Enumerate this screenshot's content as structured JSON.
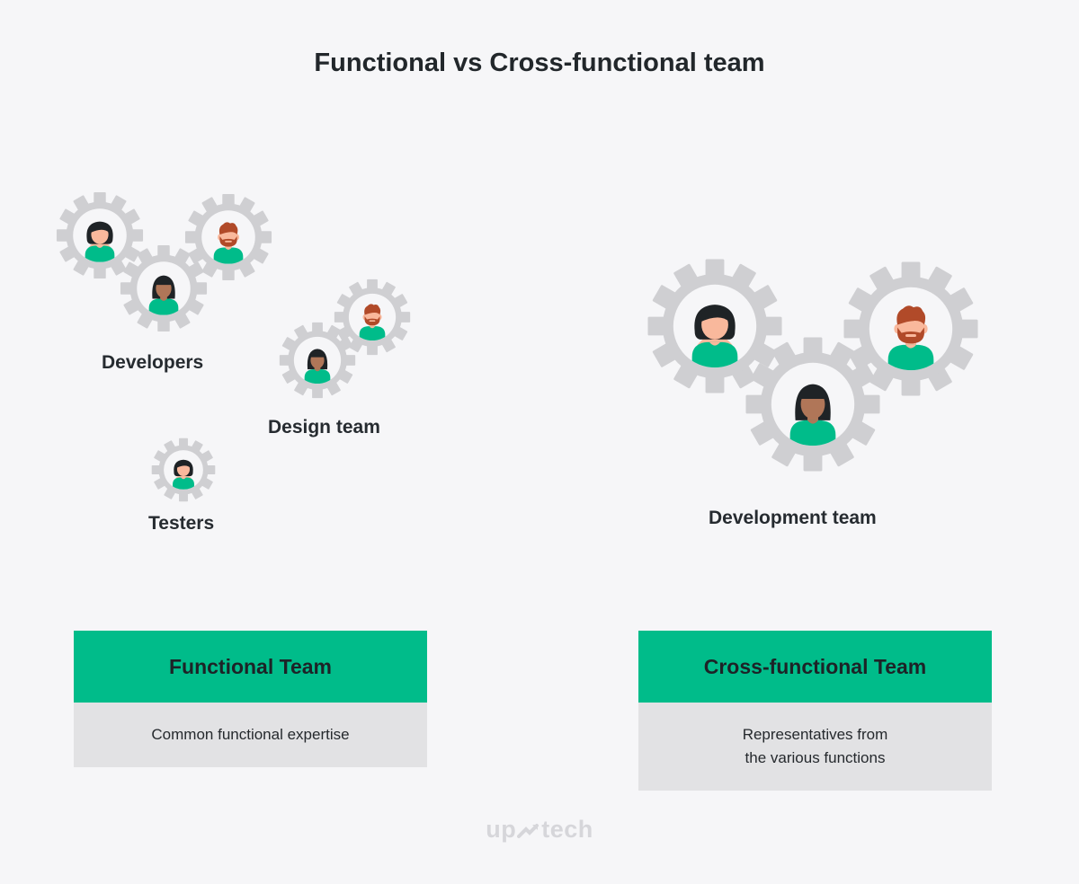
{
  "title": "Functional vs Cross-functional team",
  "groups": {
    "developers": "Developers",
    "design": "Design team",
    "testers": "Testers",
    "development": "Development team"
  },
  "cards": {
    "functional": {
      "title": "Functional Team",
      "desc": "Common functional expertise"
    },
    "cross": {
      "title": "Cross-functional Team",
      "desc_line1": "Representatives from",
      "desc_line2": "the various functions"
    }
  },
  "logo": {
    "text": "up",
    "text2": "tech",
    "icon": "arrow-icon"
  },
  "colors": {
    "accent": "#00bc8a",
    "gear": "#cfcfd2",
    "card_body": "#e2e2e4",
    "background": "#f6f6f8",
    "skin_light": "#f9b89c",
    "skin_dark": "#b07658",
    "hair_dark": "#1f2326",
    "hair_red": "#b14a29"
  },
  "icons": {
    "avatar_woman_light": "woman-avatar-icon",
    "avatar_woman_dark": "woman-dark-avatar-icon",
    "avatar_man_beard": "bearded-man-avatar-icon",
    "gear": "gear-icon"
  }
}
